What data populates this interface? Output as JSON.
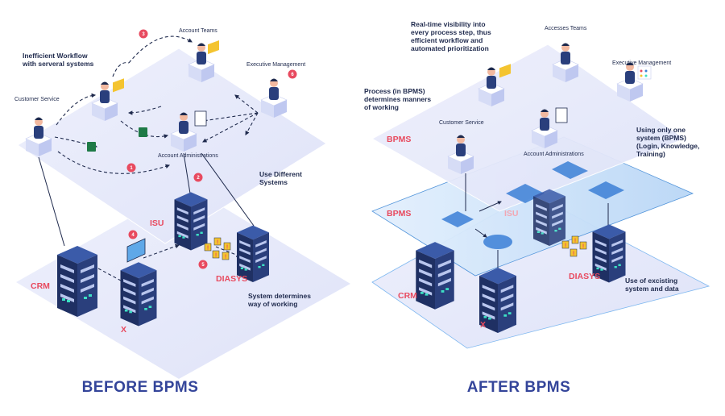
{
  "colors": {
    "accent_red": "#e84a5f",
    "navy": "#1f2a4d",
    "title_blue": "#34459a",
    "server_dark": "#1f3063",
    "plane_light": "#e8ebfb",
    "bpms_blue": "#7fb8f0"
  },
  "before": {
    "title": "BEFORE BPMS",
    "notes": {
      "workflow": [
        "Inefficient Workflow",
        "with serveral systems"
      ],
      "systems": [
        "Use Different",
        "Systems"
      ],
      "determines": [
        "System determines",
        "way of working"
      ]
    },
    "roles": {
      "account_teams": "Account Teams",
      "executive": "Executive Management",
      "customer_service": "Customer Service",
      "account_admin": "Account Administrations"
    },
    "systems": {
      "isu": "ISU",
      "crm": "CRM",
      "x": "X",
      "diasys": "DIASYS"
    },
    "steps": [
      "1",
      "2",
      "3",
      "4",
      "5",
      "6"
    ]
  },
  "after": {
    "title": "AFTER BPMS",
    "notes": {
      "visibility": [
        "Real-time visibility into",
        "every process step, thus",
        "efficient workflow and",
        "automated prioritization"
      ],
      "process": [
        "Process (in BPMS)",
        "determines manners",
        "of working"
      ],
      "single": [
        "Using only one",
        "system (BPMS)",
        "(Login, Knowledge,",
        "Training)"
      ],
      "existing": [
        "Use of excisting",
        "system and data"
      ]
    },
    "roles": {
      "access_teams": "Accesses Teams",
      "executive": "Executive Management",
      "customer_service": "Customer Service",
      "account_admin": "Account Administrations"
    },
    "layers": {
      "top": "BPMS",
      "middle": "BPMS"
    },
    "systems": {
      "isu": "ISU",
      "crm": "CRM",
      "x": "X",
      "diasys": "DIASYS"
    }
  }
}
